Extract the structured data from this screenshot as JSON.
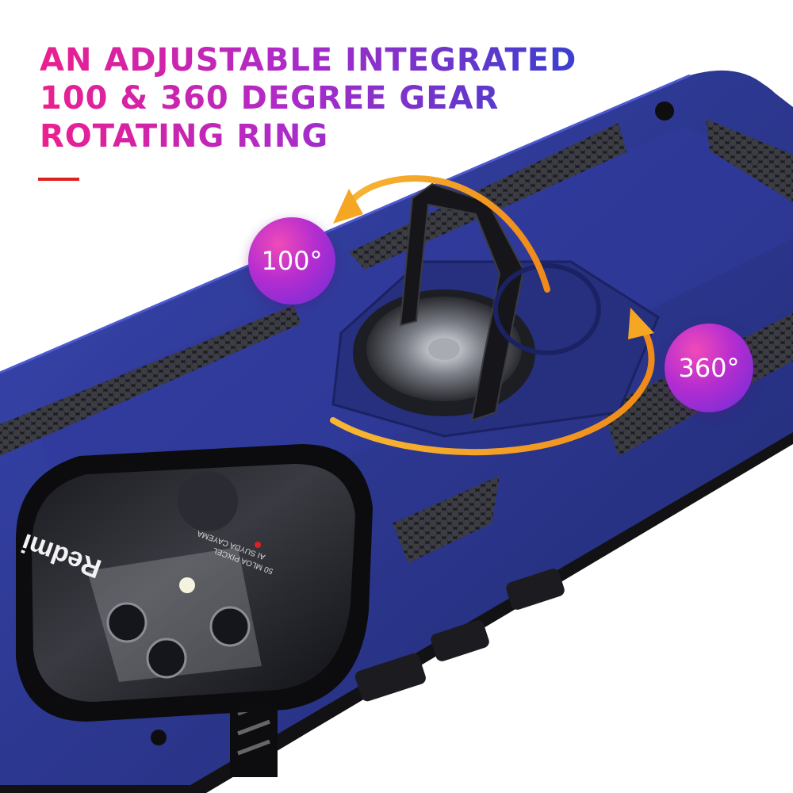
{
  "headline": {
    "line1": "AN ADJUSTABLE INTEGRATED",
    "line2": "100 & 360 DEGREE GEAR",
    "line3": "ROTATING RING"
  },
  "badges": {
    "tilt": "100°",
    "rotate": "360°"
  },
  "phone": {
    "brand": "Redmi",
    "lens_text_1": "AI SUYDA CAYEMA",
    "lens_text_2": "50 MLOA PIXCEL"
  },
  "colors": {
    "case": "#2f3a9a",
    "bumper": "#1a1a1a",
    "arrow": "#f5a623",
    "accent_bar": "#e02020"
  }
}
